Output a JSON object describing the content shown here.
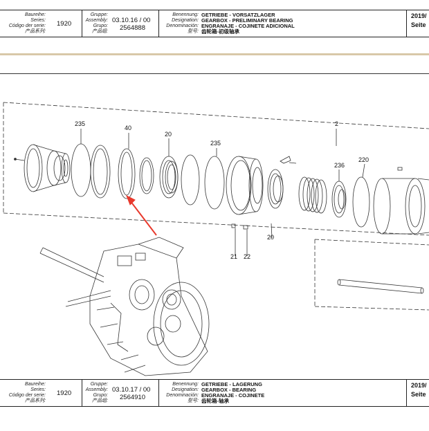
{
  "header_top": {
    "series_labels": [
      "Baureihe:",
      "Series:",
      "Código der serie:",
      "产品系列:"
    ],
    "series_value": "1920",
    "group_labels": [
      "Gruppe:",
      "Assembly:",
      "Grupo:",
      "产品组:"
    ],
    "assembly_number": "03.10.16 / 00",
    "group_number": "2564888",
    "designation_labels": [
      "Benennung:",
      "Designation:",
      "Denominación:",
      "型号:"
    ],
    "designation_values": [
      "GETRIEBE - VORSATZLAGER",
      "GEARBOX - PRELIMINARY BEARING",
      "ENGRANAJE - COJINETE ADICIONAL",
      "齿轮箱-初级轴承"
    ],
    "year": "2019/",
    "page_label": "Seite"
  },
  "header_bottom": {
    "series_labels": [
      "Baureihe:",
      "Series:",
      "Código der serie:",
      "产品系列:"
    ],
    "series_value": "1920",
    "group_labels": [
      "Gruppe:",
      "Assembly:",
      "Grupo:",
      "产品组:"
    ],
    "assembly_number": "03.10.17 / 00",
    "group_number": "2564910",
    "designation_labels": [
      "Benennung:",
      "Designation:",
      "Denominación:",
      "型号:"
    ],
    "designation_values": [
      "GETRIEBE - LAGERUNG",
      "GEARBOX - BEARING",
      "ENGRANAJE - COJINETE",
      "齿轮箱-轴承"
    ],
    "year": "2019/",
    "page_label": "Seite"
  },
  "callouts": [
    "235",
    "40",
    "20",
    "235",
    "2",
    "236",
    "220",
    "20",
    "21",
    "22"
  ],
  "colors": {
    "highlight_arrow": "#e8392c",
    "line": "#333333",
    "band": "#d8c8a8"
  }
}
